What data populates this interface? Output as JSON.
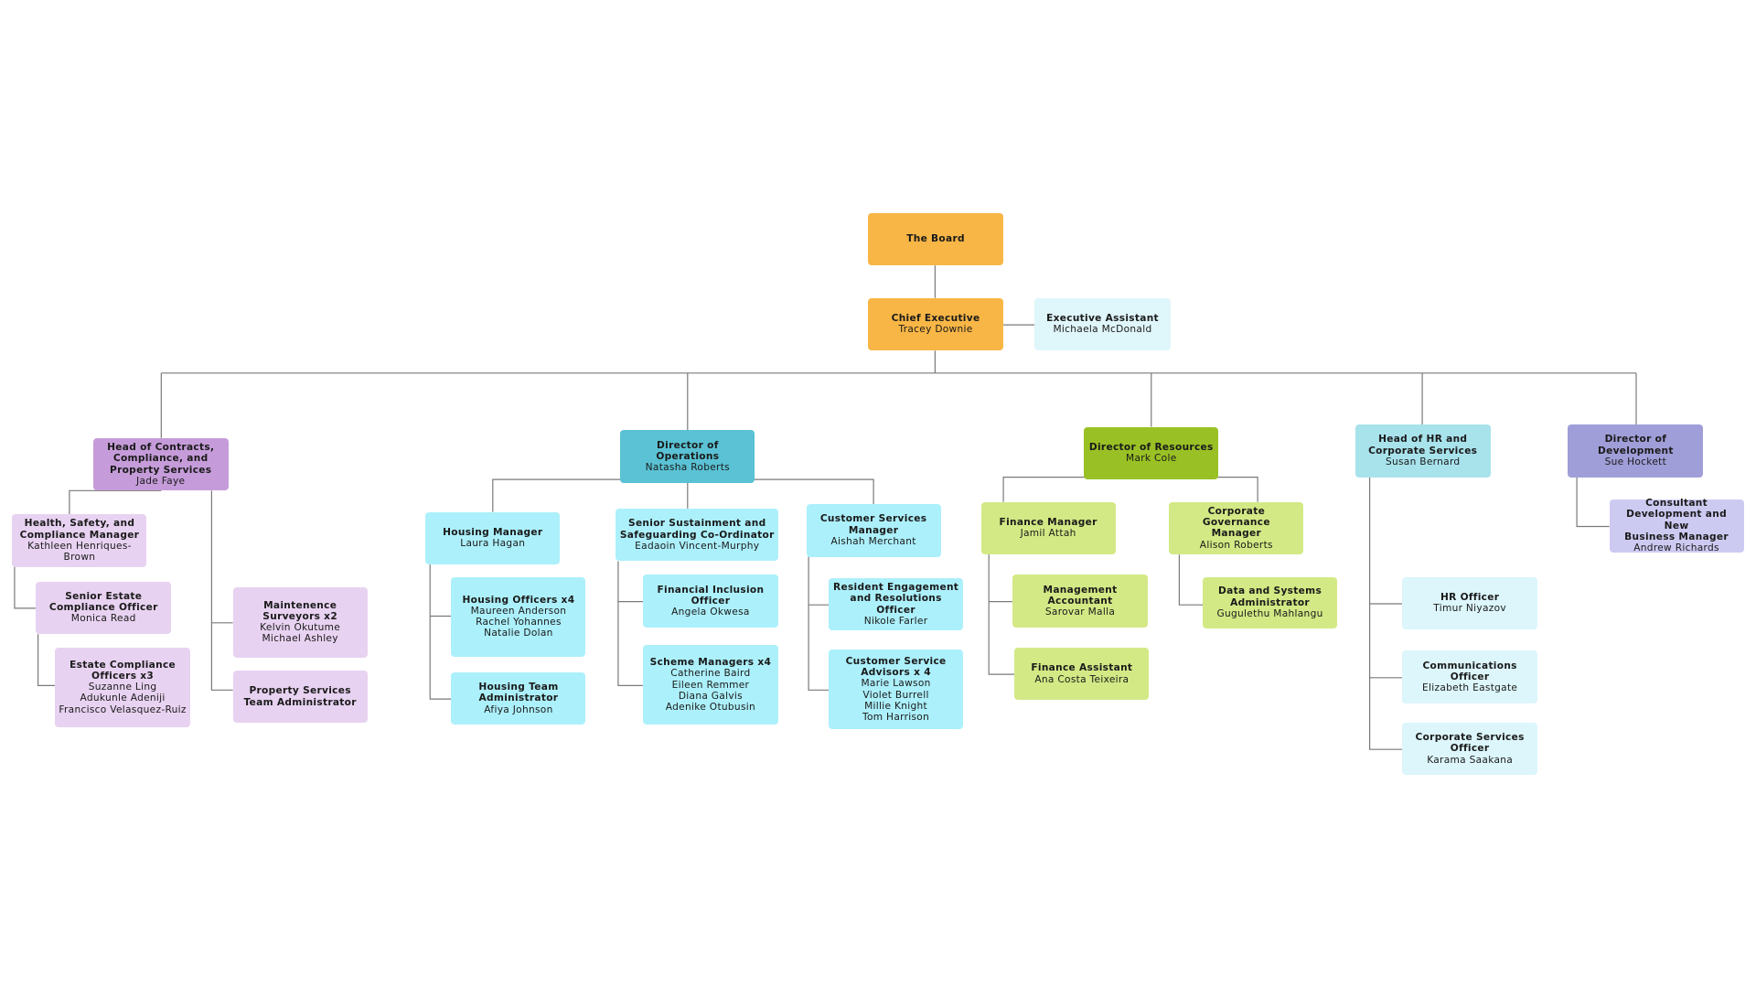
{
  "colors": {
    "board": "#f8b646",
    "exec_assistant": "#dff6fb",
    "contracts_head": "#c59cd9",
    "contracts_child": "#e8d2f1",
    "operations_head": "#5ac2d4",
    "operations_child": "#acf0fb",
    "resources_head": "#99c125",
    "resources_child": "#d3e985",
    "hr_head": "#a8e3ec",
    "hr_child": "#dcf6fb",
    "development_head": "#a09ed8",
    "development_child": "#cdcaf2",
    "line": "#7a7a7a"
  },
  "nodes": [
    {
      "id": "board",
      "title": "The Board",
      "names": "",
      "color": "board",
      "parent": null
    },
    {
      "id": "ceo",
      "title": "Chief Executive",
      "names": "Tracey Downie",
      "color": "board",
      "parent": "board"
    },
    {
      "id": "ea",
      "title": "Executive Assistant",
      "names": "Michaela McDonald",
      "color": "exec_assistant",
      "parent": "ceo"
    },
    {
      "id": "hc",
      "title": "Head of Contracts,\nCompliance, and\nProperty Services",
      "names": "Jade Faye",
      "color": "contracts_head",
      "parent": "ceo"
    },
    {
      "id": "hs",
      "title": "Health, Safety, and\nCompliance Manager",
      "names": "Kathleen Henriques-\nBrown",
      "color": "contracts_child",
      "parent": "hc"
    },
    {
      "id": "sec",
      "title": "Senior Estate\nCompliance Officer",
      "names": "Monica Read",
      "color": "contracts_child",
      "parent": "hs"
    },
    {
      "id": "eco",
      "title": "Estate Compliance\nOfficers x3",
      "names": "Suzanne Ling\nAdukunle Adeniji\nFrancisco Velasquez-Ruiz",
      "color": "contracts_child",
      "parent": "sec"
    },
    {
      "id": "ms",
      "title": "Maintenence\nSurveyors x2",
      "names": "Kelvin Okutume\nMichael Ashley",
      "color": "contracts_child",
      "parent": "hc"
    },
    {
      "id": "psta",
      "title": "Property Services\nTeam Administrator",
      "names": "",
      "color": "contracts_child",
      "parent": "hc"
    },
    {
      "id": "do",
      "title": "Director of Operations",
      "names": "Natasha Roberts",
      "color": "operations_head",
      "parent": "ceo"
    },
    {
      "id": "hm",
      "title": "Housing Manager",
      "names": "Laura Hagan",
      "color": "operations_child",
      "parent": "do"
    },
    {
      "id": "ho",
      "title": "Housing Officers x4",
      "names": "Maureen Anderson\nRachel Yohannes\nNatalie Dolan",
      "color": "operations_child",
      "parent": "hm"
    },
    {
      "id": "hta",
      "title": "Housing Team\nAdministrator",
      "names": "Afiya Johnson",
      "color": "operations_child",
      "parent": "hm"
    },
    {
      "id": "ss",
      "title": "Senior Sustainment and\nSafeguarding Co-Ordinator",
      "names": "Eadaoin Vincent-Murphy",
      "color": "operations_child",
      "parent": "do"
    },
    {
      "id": "fio",
      "title": "Financial Inclusion\nOfficer",
      "names": "Angela Okwesa",
      "color": "operations_child",
      "parent": "ss"
    },
    {
      "id": "sm",
      "title": "Scheme Managers x4",
      "names": "Catherine Baird\nEileen Remmer\nDiana Galvis\nAdenike Otubusin",
      "color": "operations_child",
      "parent": "ss"
    },
    {
      "id": "csm",
      "title": "Customer Services\nManager",
      "names": "Aishah Merchant",
      "color": "operations_child",
      "parent": "do"
    },
    {
      "id": "re",
      "title": "Resident Engagement\nand Resolutions Officer",
      "names": "Nikole Farler",
      "color": "operations_child",
      "parent": "csm"
    },
    {
      "id": "csa",
      "title": "Customer Service\nAdvisors x 4",
      "names": "Marie Lawson\nViolet Burrell\nMillie Knight\nTom Harrison",
      "color": "operations_child",
      "parent": "csm"
    },
    {
      "id": "dr",
      "title": "Director of Resources",
      "names": "Mark Cole",
      "color": "resources_head",
      "parent": "ceo"
    },
    {
      "id": "fm",
      "title": "Finance Manager",
      "names": "Jamil Attah",
      "color": "resources_child",
      "parent": "dr"
    },
    {
      "id": "ma",
      "title": "Management\nAccountant",
      "names": "Sarovar Malla",
      "color": "resources_child",
      "parent": "fm"
    },
    {
      "id": "fa",
      "title": "Finance Assistant",
      "names": "Ana Costa Teixeira",
      "color": "resources_child",
      "parent": "fm"
    },
    {
      "id": "cgm",
      "title": "Corporate Governance\nManager",
      "names": "Alison Roberts",
      "color": "resources_child",
      "parent": "dr"
    },
    {
      "id": "dsa",
      "title": "Data and Systems\nAdministrator",
      "names": "Gugulethu Mahlangu",
      "color": "resources_child",
      "parent": "cgm"
    },
    {
      "id": "hr",
      "title": "Head of HR and\nCorporate Services",
      "names": "Susan Bernard",
      "color": "hr_head",
      "parent": "ceo"
    },
    {
      "id": "hro",
      "title": "HR Officer",
      "names": "Timur Niyazov",
      "color": "hr_child",
      "parent": "hr"
    },
    {
      "id": "co",
      "title": "Communications\nOfficer",
      "names": "Elizabeth Eastgate",
      "color": "hr_child",
      "parent": "hr"
    },
    {
      "id": "cso",
      "title": "Corporate Services\nOfficer",
      "names": "Karama Saakana",
      "color": "hr_child",
      "parent": "hr"
    },
    {
      "id": "dd",
      "title": "Director of\nDevelopment",
      "names": "Sue Hockett",
      "color": "development_head",
      "parent": "ceo"
    },
    {
      "id": "cdnb",
      "title": "Consultant\nDevelopment and New\nBusiness Manager",
      "names": "Andrew Richards",
      "color": "development_child",
      "parent": "dd"
    }
  ]
}
